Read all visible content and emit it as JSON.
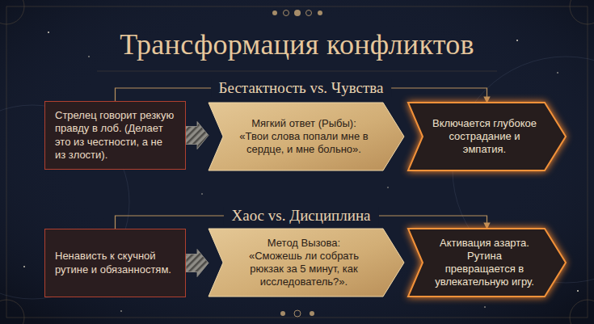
{
  "diagram": {
    "title": "Трансформация конфликтов",
    "nodes": [
      {
        "text": [
          "Стрелец говорит резкую правду в лоб. (Делает это из честности, а не из злости)."
        ]
      },
      {
        "text": [
          "Мягкий ответ (Рыбы):",
          "«Твои слова попали мне в сердце, и мне больно»."
        ]
      },
      {
        "text": [
          "Включается глубокое сострадание и эмпатия."
        ]
      },
      {
        "text": [
          "Ненависть к скучной рутине и обязанностям."
        ]
      },
      {
        "text": [
          "Метод Вызова:",
          "«Сможешь ли собрать рюкзак за 5 минут, как исследователь?»."
        ]
      },
      {
        "text": [
          "Активация азарта. Рутина превращается в увлекательную игру."
        ]
      }
    ],
    "edges": [
      {
        "from": 0,
        "to": 2,
        "label": "Бестактность vs. Чувства",
        "arrow": "to"
      },
      {
        "from": 0,
        "to": 1,
        "arrow": "to"
      },
      {
        "from": 3,
        "to": 5,
        "label": "Хаос vs. Дисциплина",
        "arrow": "to"
      },
      {
        "from": 3,
        "to": 4,
        "arrow": "to"
      }
    ]
  }
}
